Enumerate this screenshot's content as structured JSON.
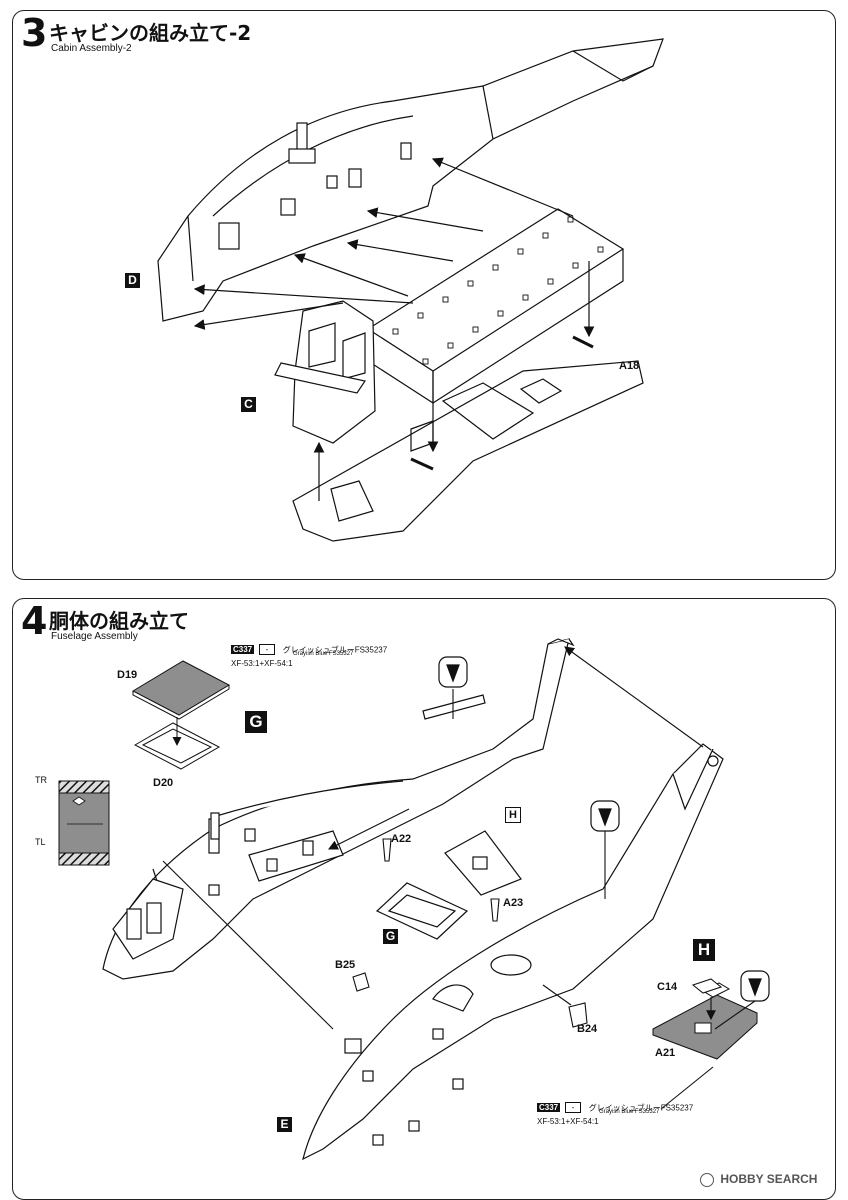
{
  "step3": {
    "number": "3",
    "title_jp": "キャビンの組み立て-2",
    "title_en": "Cabin Assembly-2",
    "labels": {
      "d": "D",
      "c": "C",
      "a18": "A18"
    }
  },
  "step4": {
    "number": "4",
    "title_jp": "胴体の組み立て",
    "title_en": "Fuselage Assembly",
    "paint_top": {
      "code": "C337",
      "dash": "-",
      "name_jp": "グレイッシュブルーFS35237",
      "name_en": "Grayish Blue FS35327",
      "mix": "XF-53:1+XF-54:1"
    },
    "paint_bottom": {
      "code": "C337",
      "dash": "-",
      "name_jp": "グレイッシュブルーFS35237",
      "name_en": "Grayish Blue FS35327",
      "mix": "XF-53:1+XF-54:1"
    },
    "labels": {
      "d19": "D19",
      "d20": "D20",
      "g_big": "G",
      "tr": "TR",
      "tl": "TL",
      "a22": "A22",
      "h_small": "H",
      "g_small": "G",
      "a23": "A23",
      "b25": "B25",
      "b24": "B24",
      "h_big": "H",
      "c14": "C14",
      "a21": "A21",
      "e": "E"
    }
  },
  "watermark": "HOBBY SEARCH",
  "colors": {
    "ink": "#111111",
    "paint_fill": "#8e8e8e",
    "panel_border": "#222222"
  }
}
